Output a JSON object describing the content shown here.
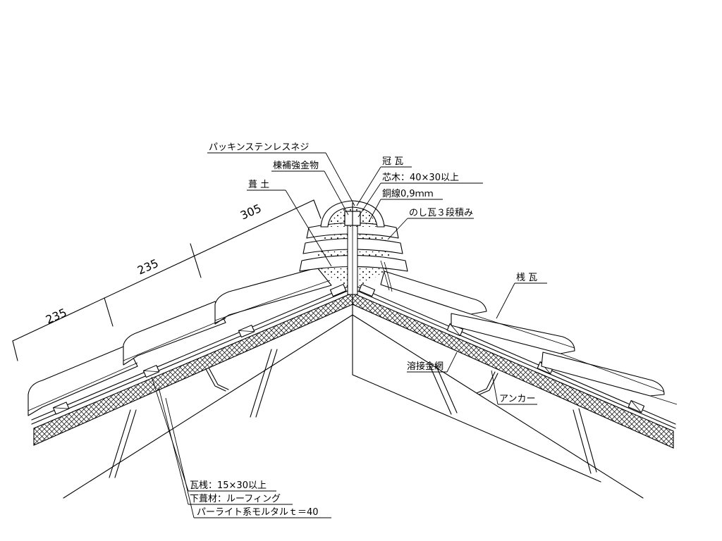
{
  "dimensions": [
    "235",
    "235",
    "305"
  ],
  "labels": {
    "packing_screw": "パッキンステンレスネジ",
    "ridge_bracket": "棟補強金物",
    "mortar_clay": "葺 土",
    "crown_tile": "冠 瓦",
    "core_wood": "芯木：40×30以上",
    "copper_wire": "銅線0,9ｍｍ",
    "noshi_tiles": "のし瓦３段積み",
    "field_tile": "桟 瓦",
    "welded_mesh": "溶接金網",
    "anchor": "アンカー",
    "batten": "瓦桟：15×30以上",
    "underlay": "下葺材：ルーフィング",
    "perlite_mortar": "パーライト系モルタルｔ＝40"
  }
}
